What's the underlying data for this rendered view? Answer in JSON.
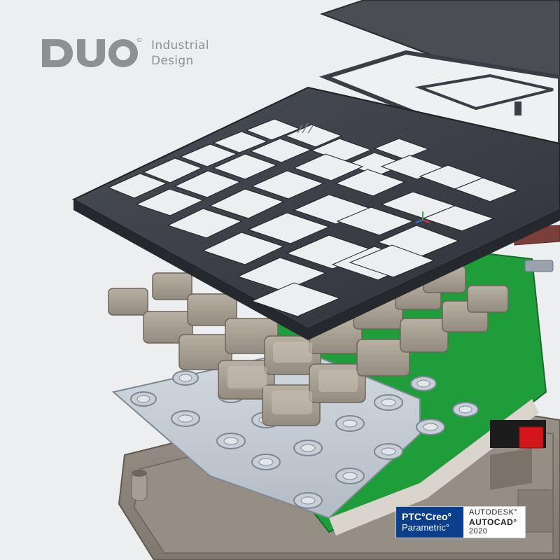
{
  "brand": {
    "logo_text": "DUO",
    "line1": "Industrial",
    "line2": "Design"
  },
  "render": {
    "subject": "exploded calculator assembly"
  },
  "badges": {
    "creo_line1": "PTC°Creo°",
    "creo_line2": "Parametric°",
    "autodesk": "AUTODESK°",
    "autocad": "AUTOCAD°",
    "year": "2020"
  },
  "colors": {
    "background": "#eceef0",
    "brand_gray": "#8e9093",
    "keypad_frame": "#3a3e44",
    "key_caps": "#a69d91",
    "pcb": "#1f9d3b",
    "dome_sheet": "#c2cad3",
    "housing": "#8d857b",
    "top_cover": "#4a4d51",
    "ptc_blue": "#0b3f8b",
    "switch_red": "#d4161c"
  }
}
